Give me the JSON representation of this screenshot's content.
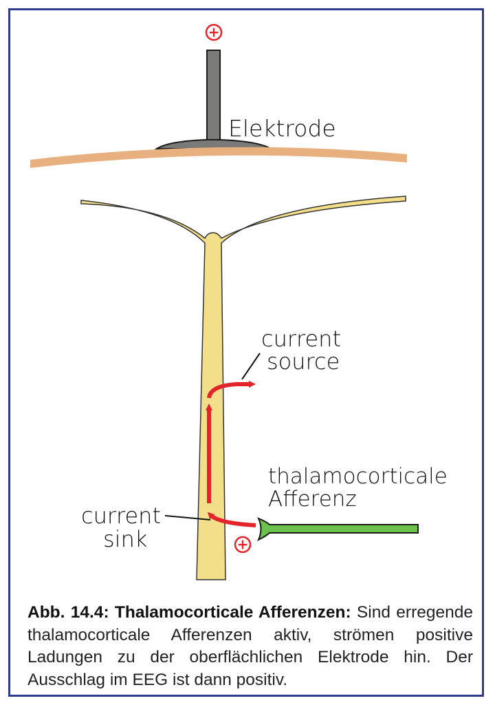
{
  "labels": {
    "electrode": "Elektrode",
    "current_source_line1": "current",
    "current_source_line2": "source",
    "thalamo_line1": "thalamocorticale",
    "thalamo_line2": "Afferenz",
    "current_sink_line1": "current",
    "current_sink_line2": "sink",
    "plus_symbol": "+"
  },
  "caption": {
    "bold": "Abb. 14.4: Thalamocorticale Afferenzen:",
    "text": " Sind erregende thalamocorticale Afferenzen aktiv, strömen positive Ladungen zu der oberflächlichen Elektrode hin. Der Ausschlag im EEG ist dann positiv."
  },
  "colors": {
    "frame": "#2e3a8c",
    "electrode": "#7a7a78",
    "skin": "#e8b07e",
    "neuron": "#f3de8a",
    "arrow": "#e3242b",
    "afferent": "#6cc24a"
  }
}
